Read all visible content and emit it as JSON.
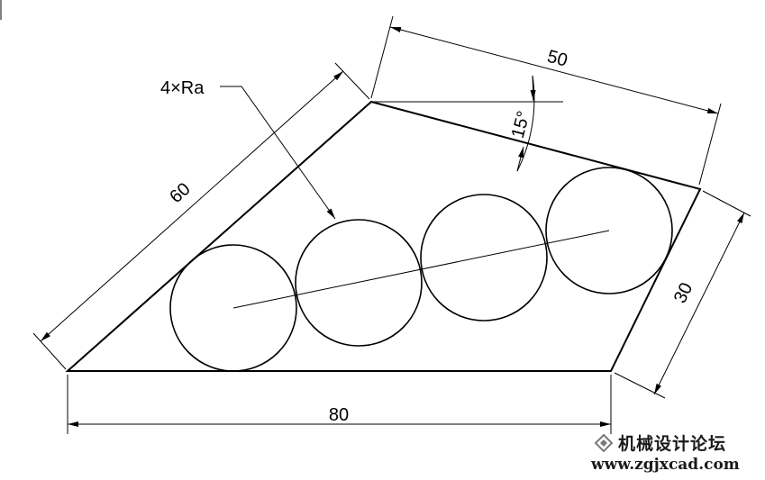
{
  "dimensions": {
    "top_edge": "50",
    "angle": "15°",
    "left_edge": "60",
    "right_edge": "30",
    "bottom_edge": "80"
  },
  "leader_note": "4×Ra",
  "watermark": {
    "cn_text": "机械设计论坛",
    "url": "www.zgjxcad.com"
  },
  "colors": {
    "line": "#000000",
    "background": "#ffffff"
  }
}
